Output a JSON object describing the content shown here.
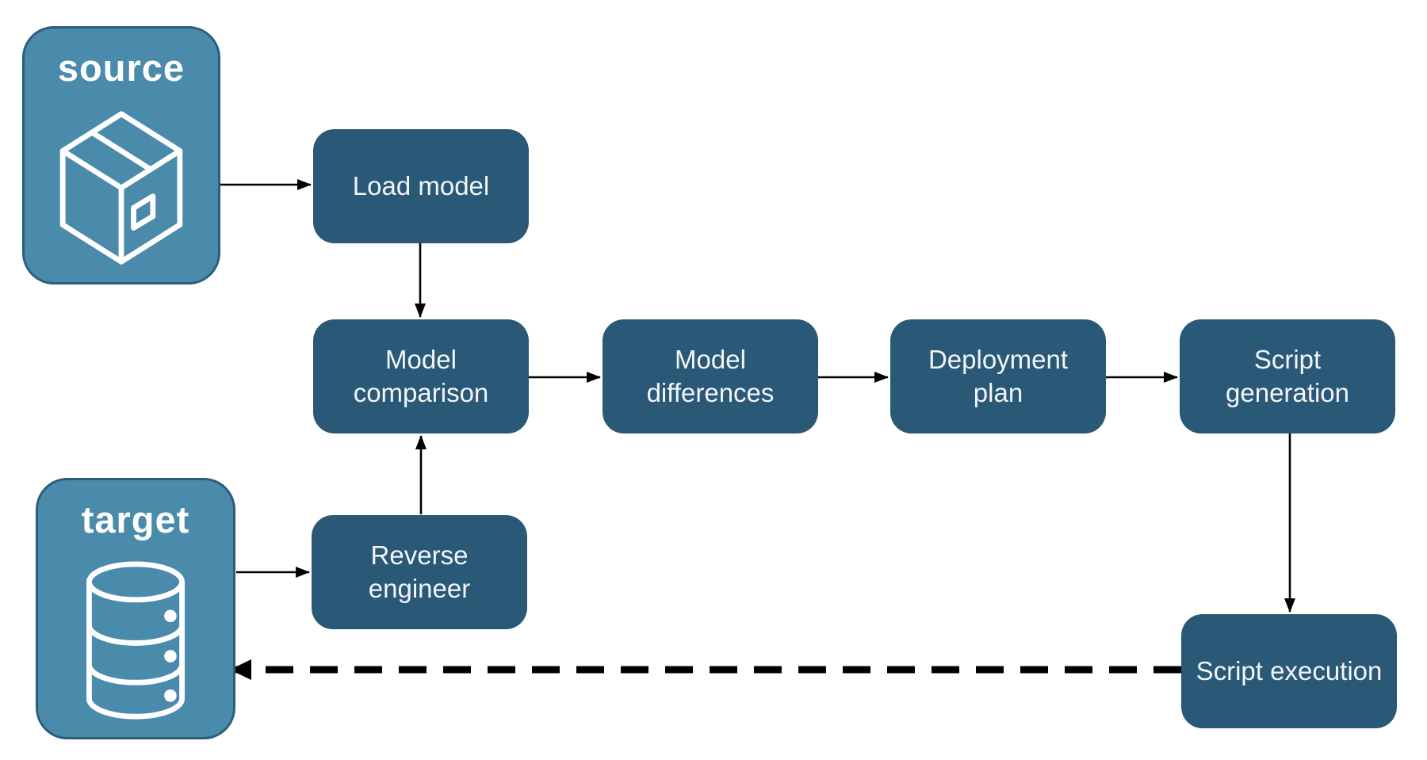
{
  "diagram": {
    "entities": {
      "source": {
        "label": "source",
        "icon": "package-box-icon"
      },
      "target": {
        "label": "target",
        "icon": "database-icon"
      }
    },
    "nodes": {
      "load_model": {
        "label": "Load model"
      },
      "model_comparison": {
        "label": "Model comparison"
      },
      "model_differences": {
        "label": "Model differences"
      },
      "deployment_plan": {
        "label": "Deployment plan"
      },
      "script_generation": {
        "label": "Script generation"
      },
      "reverse_engineer": {
        "label": "Reverse engineer"
      },
      "script_execution": {
        "label": "Script execution"
      }
    },
    "edges": [
      {
        "from": "source",
        "to": "load_model",
        "style": "solid"
      },
      {
        "from": "load_model",
        "to": "model_comparison",
        "style": "solid"
      },
      {
        "from": "target",
        "to": "reverse_engineer",
        "style": "solid"
      },
      {
        "from": "reverse_engineer",
        "to": "model_comparison",
        "style": "solid"
      },
      {
        "from": "model_comparison",
        "to": "model_differences",
        "style": "solid"
      },
      {
        "from": "model_differences",
        "to": "deployment_plan",
        "style": "solid"
      },
      {
        "from": "deployment_plan",
        "to": "script_generation",
        "style": "solid"
      },
      {
        "from": "script_generation",
        "to": "script_execution",
        "style": "solid"
      },
      {
        "from": "script_execution",
        "to": "target",
        "style": "dashed"
      }
    ],
    "colors": {
      "node_fill": "#2A5877",
      "entity_fill": "#4A8BAB",
      "entity_border": "#2B5E7D",
      "label_text": "#F2F5F7",
      "arrow": "#000000",
      "background": "#FFFFFF"
    }
  }
}
